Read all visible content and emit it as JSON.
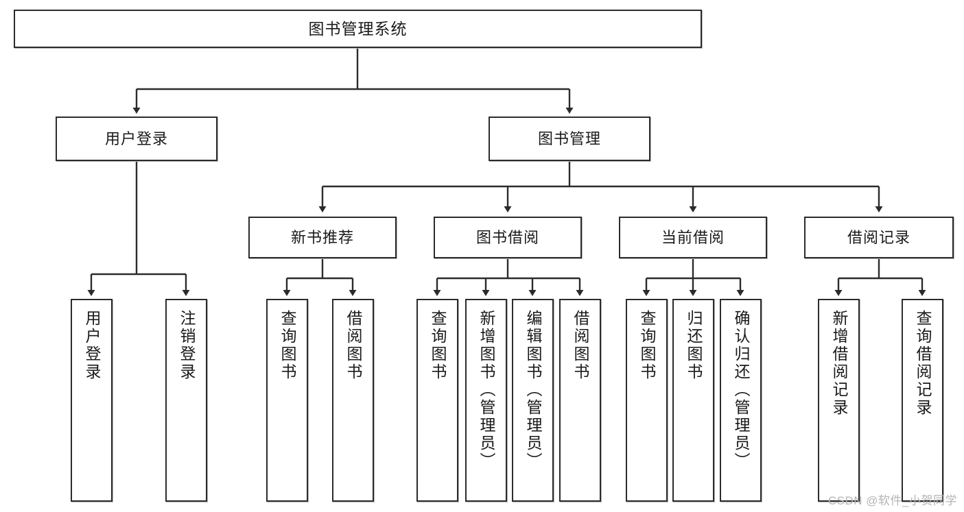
{
  "diagram": {
    "type": "tree",
    "title": "图书管理系统",
    "root": {
      "label": "图书管理系统"
    },
    "level2": [
      {
        "label": "用户登录"
      },
      {
        "label": "图书管理"
      }
    ],
    "level3": [
      {
        "label": "新书推荐"
      },
      {
        "label": "图书借阅"
      },
      {
        "label": "当前借阅"
      },
      {
        "label": "借阅记录"
      }
    ],
    "leaves": {
      "user_login": [
        {
          "label": "用户登录"
        },
        {
          "label": "注销登录"
        }
      ],
      "new_book_recommend": [
        {
          "label": "查询图书"
        },
        {
          "label": "借阅图书"
        }
      ],
      "book_borrow": [
        {
          "label": "查询图书"
        },
        {
          "label": "新增图书（管理员）"
        },
        {
          "label": "编辑图书（管理员）"
        },
        {
          "label": "借阅图书"
        }
      ],
      "current_borrow": [
        {
          "label": "查询图书"
        },
        {
          "label": "归还图书"
        },
        {
          "label": "确认归还（管理员）"
        }
      ],
      "borrow_record": [
        {
          "label": "新增借阅记录"
        },
        {
          "label": "查询借阅记录"
        }
      ]
    }
  },
  "watermark": {
    "text": "CSDN @软件_小贺同学"
  },
  "colors": {
    "border": "#2b2b2b",
    "text": "#1a1a1a",
    "background": "#ffffff",
    "watermark": "#b4b4b4"
  }
}
